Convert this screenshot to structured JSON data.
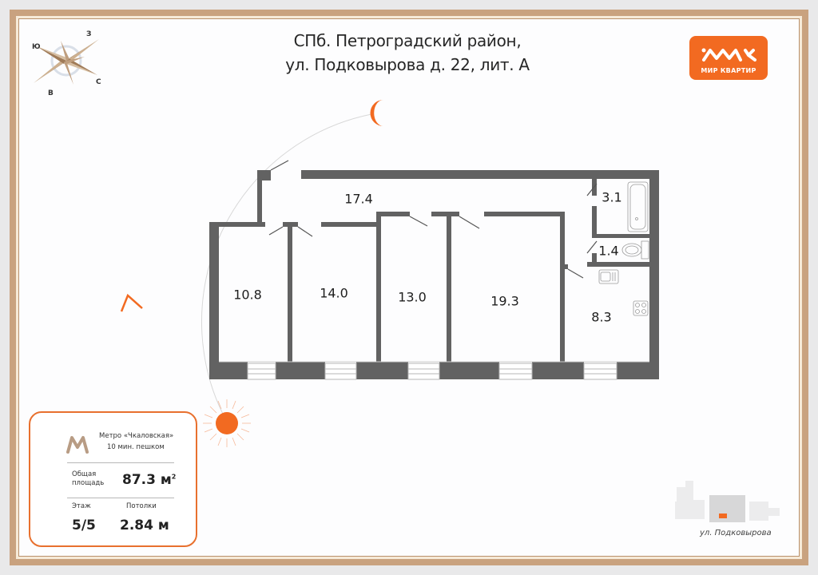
{
  "header": {
    "title_line1": "СПб. Петроградский район,",
    "title_line2": "ул. Подковырова д. 22, лит. А"
  },
  "logo": {
    "text": "МИР КВАРТИР",
    "color": "#f26a21"
  },
  "compass": {
    "north": "С",
    "south": "Ю",
    "west": "З",
    "east": "В"
  },
  "sun_path": {
    "sun_icon": "sun-icon",
    "moon_icon": "moon-icon",
    "arrow_icon": "direction-arrow-icon",
    "accent_color": "#f26a21"
  },
  "floor_plan": {
    "wall_color": "#626262",
    "rooms": [
      {
        "name": "hallway",
        "area": "17.4"
      },
      {
        "name": "room-1",
        "area": "10.8"
      },
      {
        "name": "room-2",
        "area": "14.0"
      },
      {
        "name": "room-3",
        "area": "13.0"
      },
      {
        "name": "room-4",
        "area": "19.3"
      },
      {
        "name": "kitchen",
        "area": "8.3"
      },
      {
        "name": "bathroom",
        "area": "3.1"
      },
      {
        "name": "toilet",
        "area": "1.4"
      }
    ]
  },
  "info_card": {
    "metro_line1": "Метро «Чкаловская»",
    "metro_line2": "10 мин. пешком",
    "area_label_line1": "Общая",
    "area_label_line2": "площадь",
    "area_value": "87.3 м",
    "area_unit_sup": "2",
    "floor_label": "Этаж",
    "floor_value": "5/5",
    "ceiling_label": "Потолки",
    "ceiling_value": "2.84 м",
    "border_color": "#e8702e"
  },
  "location_map": {
    "street_label": "ул. Подковырова"
  }
}
